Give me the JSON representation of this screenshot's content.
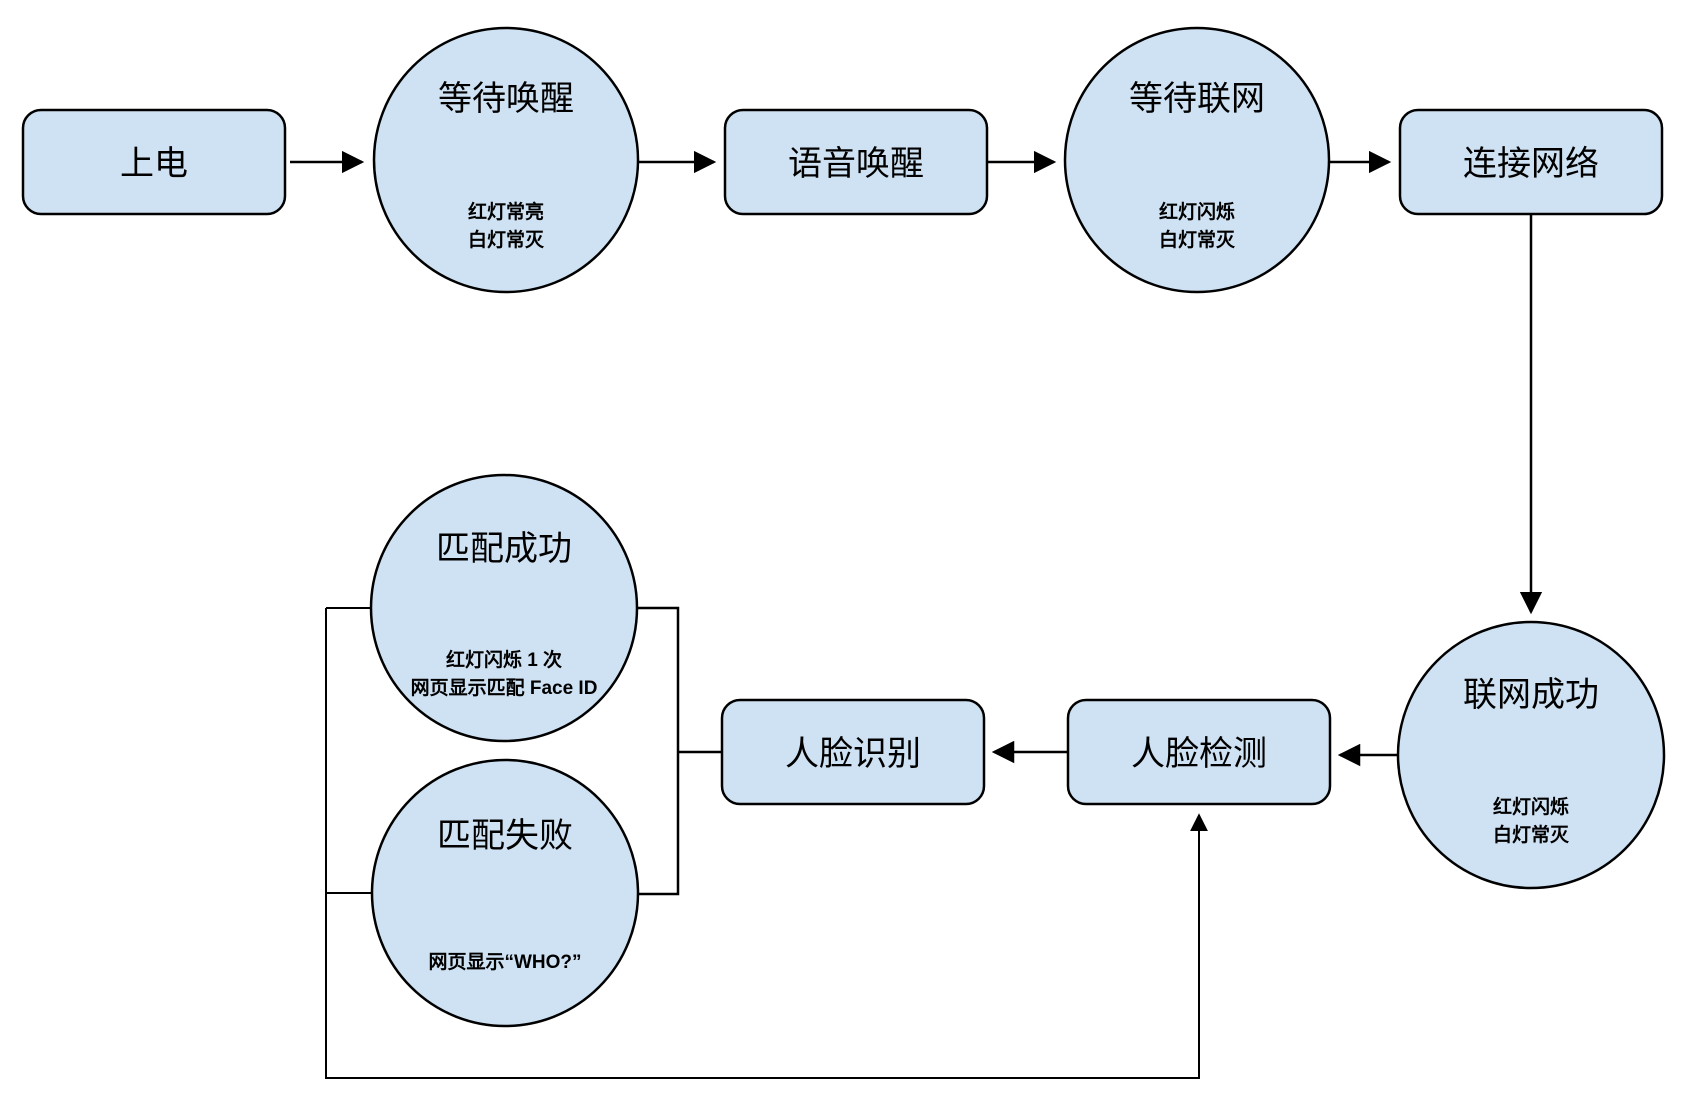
{
  "diagram": {
    "colors": {
      "node_fill": "#cfe2f3",
      "node_stroke": "#000000",
      "background": "#ffffff"
    },
    "nodes": {
      "power_on": {
        "shape": "rect",
        "label": "上电"
      },
      "wait_wake": {
        "shape": "circle",
        "label": "等待唤醒",
        "sub1": "红灯常亮",
        "sub2": "白灯常灭"
      },
      "voice_wake": {
        "shape": "rect",
        "label": "语音唤醒"
      },
      "wait_network": {
        "shape": "circle",
        "label": "等待联网",
        "sub1": "红灯闪烁",
        "sub2": "白灯常灭"
      },
      "connect_network": {
        "shape": "rect",
        "label": "连接网络"
      },
      "network_success": {
        "shape": "circle",
        "label": "联网成功",
        "sub1": "红灯闪烁",
        "sub2": "白灯常灭"
      },
      "face_detect": {
        "shape": "rect",
        "label": "人脸检测"
      },
      "face_recognize": {
        "shape": "rect",
        "label": "人脸识别"
      },
      "match_success": {
        "shape": "circle",
        "label": "匹配成功",
        "sub1": "红灯闪烁 1 次",
        "sub2": "网页显示匹配 Face ID"
      },
      "match_fail": {
        "shape": "circle",
        "label": "匹配失败",
        "sub1": "网页显示“WHO?”"
      }
    },
    "edges": [
      {
        "from": "power_on",
        "to": "wait_wake",
        "arrow": true
      },
      {
        "from": "wait_wake",
        "to": "voice_wake",
        "arrow": true
      },
      {
        "from": "voice_wake",
        "to": "wait_network",
        "arrow": true
      },
      {
        "from": "wait_network",
        "to": "connect_network",
        "arrow": true
      },
      {
        "from": "connect_network",
        "to": "network_success",
        "arrow": true
      },
      {
        "from": "network_success",
        "to": "face_detect",
        "arrow": true
      },
      {
        "from": "face_detect",
        "to": "face_recognize",
        "arrow": true
      },
      {
        "from": "face_recognize",
        "to": "match_success",
        "arrow": false
      },
      {
        "from": "face_recognize",
        "to": "match_fail",
        "arrow": false
      },
      {
        "from": "match_success",
        "to": "face_detect",
        "arrow": true
      },
      {
        "from": "match_fail",
        "to": "face_detect",
        "arrow": true
      }
    ]
  }
}
